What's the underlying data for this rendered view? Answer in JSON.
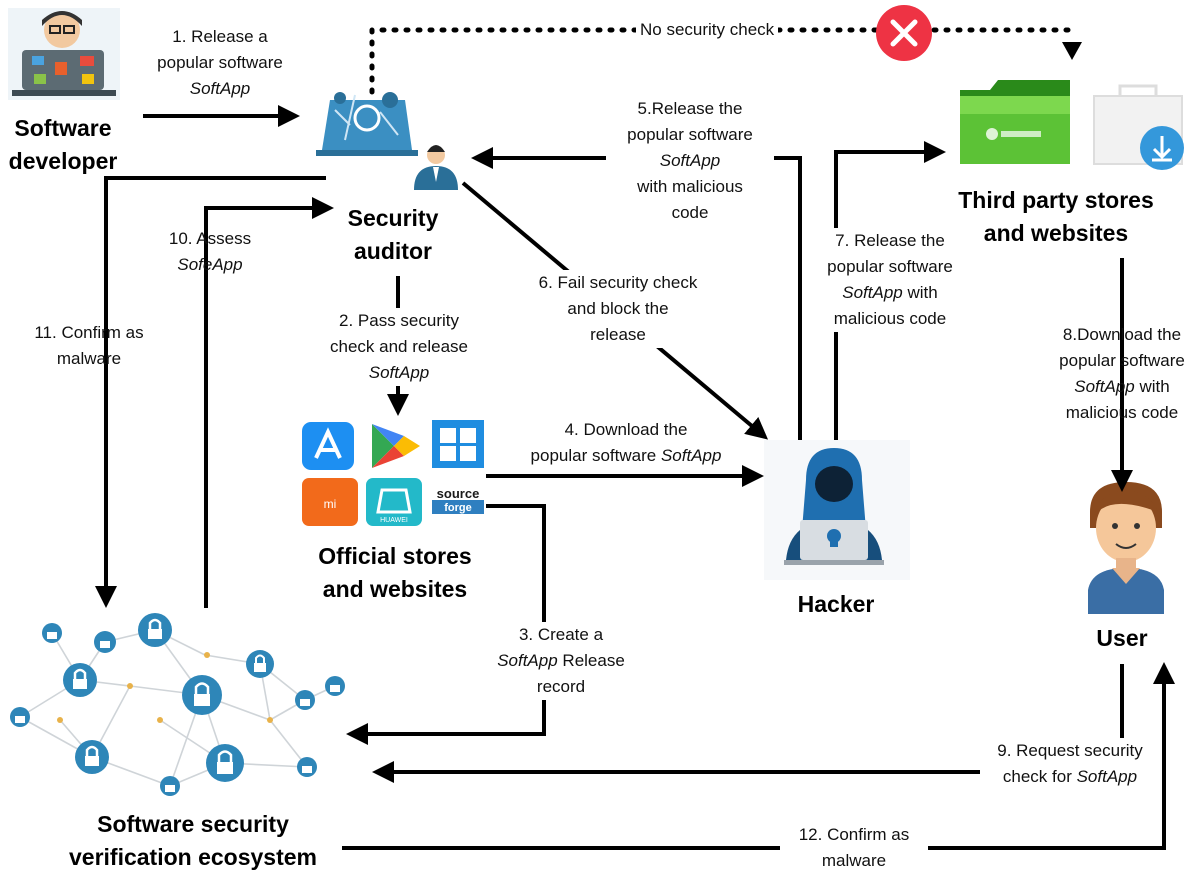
{
  "nodes": {
    "developer": [
      "Software",
      "developer"
    ],
    "auditor": [
      "Security",
      "auditor"
    ],
    "official": [
      "Official stores",
      "and websites"
    ],
    "hacker": [
      "Hacker"
    ],
    "third_party": [
      "Third party stores",
      "and websites"
    ],
    "user": [
      "User"
    ],
    "ecosystem": [
      "Software security",
      "verification ecosystem"
    ]
  },
  "store_badges": {
    "mi": "mi",
    "huawei": "HUAWEI",
    "source": "source",
    "forge": "forge",
    "folder": ""
  },
  "edges": {
    "e1": [
      [
        "1. Release a"
      ],
      [
        "popular software"
      ],
      [
        "",
        "SoftApp"
      ]
    ],
    "e2": [
      [
        "2. Pass security"
      ],
      [
        "check and release"
      ],
      [
        "",
        "SoftApp"
      ]
    ],
    "e3": [
      [
        "3. Create a"
      ],
      [
        "",
        "SoftApp",
        " Release"
      ],
      [
        "record"
      ]
    ],
    "e4": [
      [
        "4. Download the"
      ],
      [
        "popular software ",
        "SoftApp"
      ]
    ],
    "e5": [
      [
        "5.Release the"
      ],
      [
        "popular software"
      ],
      [
        "",
        "SoftApp"
      ],
      [
        "with malicious"
      ],
      [
        "code"
      ]
    ],
    "e6": [
      [
        "6. Fail security check"
      ],
      [
        "and block the"
      ],
      [
        "release"
      ]
    ],
    "e7": [
      [
        "7. Release the"
      ],
      [
        "popular software"
      ],
      [
        "",
        "SoftApp",
        " with"
      ],
      [
        "malicious code"
      ]
    ],
    "e8": [
      [
        "8.Download the"
      ],
      [
        "popular software"
      ],
      [
        "",
        "SoftApp",
        " with"
      ],
      [
        "malicious code"
      ]
    ],
    "e9": [
      [
        "9. Request security"
      ],
      [
        "check for ",
        "SoftApp"
      ]
    ],
    "e10": [
      [
        "10. Assess"
      ],
      [
        "",
        "SofeApp"
      ]
    ],
    "e11": [
      [
        "11. Confirm as"
      ],
      [
        "malware"
      ]
    ],
    "e12": [
      [
        "12. Confirm as"
      ],
      [
        "malware"
      ]
    ],
    "no_check": [
      [
        "No security check"
      ]
    ]
  },
  "colors": {
    "arrow": "#000000",
    "blocked": "#ee3344",
    "lock": "#2e86b8",
    "hacker": "#1f6fb0"
  }
}
